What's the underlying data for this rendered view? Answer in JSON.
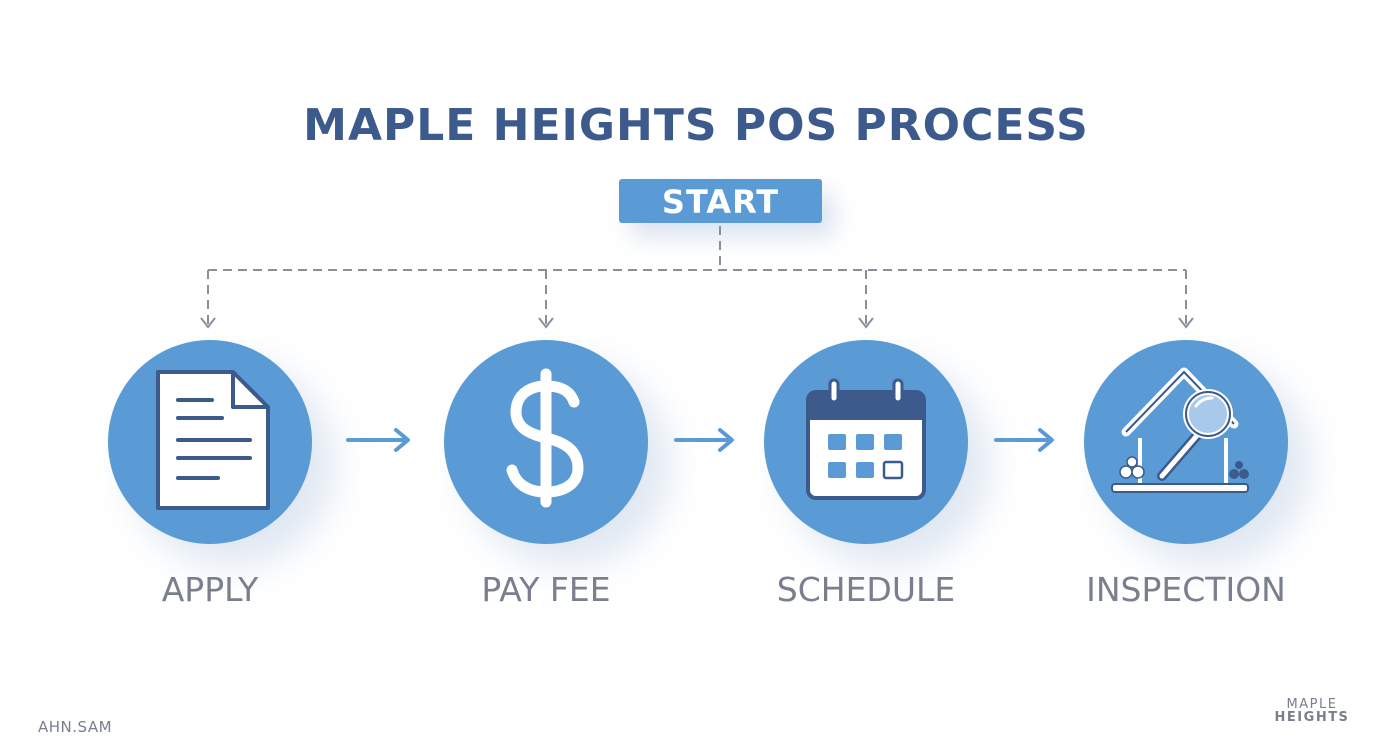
{
  "title": "MAPLE HEIGHTS POS PROCESS",
  "start_label": "START",
  "steps": [
    {
      "label": "APPLY",
      "icon": "document-icon"
    },
    {
      "label": "PAY FEE",
      "icon": "dollar-sign-icon"
    },
    {
      "label": "SCHEDULE",
      "icon": "calendar-icon"
    },
    {
      "label": "INSPECTION",
      "icon": "house-inspection-icon"
    }
  ],
  "footer_left": "AHN.SAM",
  "brand": {
    "line1": "MAPLE",
    "line2": "HEIGHTS"
  },
  "colors": {
    "title": "#3d5a8c",
    "accent": "#5b9bd5",
    "icon_dark": "#3d5a8c",
    "label": "#7a7f8e",
    "connector": "#8a8f9c"
  }
}
